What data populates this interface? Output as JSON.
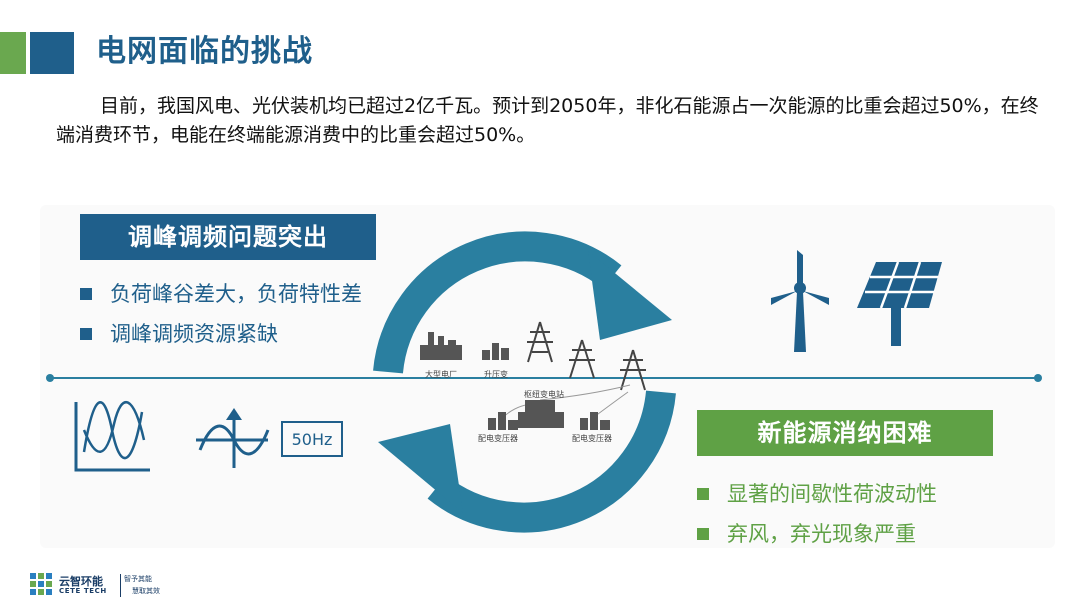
{
  "title": "电网面临的挑战",
  "intro": "目前，我国风电、光伏装机均已超过2亿千瓦。预计到2050年，非化石能源占一次能源的比重会超过50%，在终端消费环节，电能在终端能源消费中的比重会超过50%。",
  "peak_box": {
    "header": "调峰调频问题突出",
    "bullets": [
      "负荷峰谷差大，负荷特性差",
      "调峰调频资源紧缺"
    ]
  },
  "renewable_box": {
    "header": "新能源消纳困难",
    "bullets": [
      "显著的间歇性荷波动性",
      "弃风，弃光现象严重"
    ]
  },
  "diagram": {
    "frequency_label": "50Hz",
    "labels": {
      "power_plant": "大型电厂",
      "step_up": "升压变",
      "hub_substation": "枢纽变电站",
      "dist_transformer_left": "配电变压器",
      "dist_transformer_right": "配电变压器"
    }
  },
  "footer": {
    "logo_cn": "云智环能",
    "logo_en": "CETE TECH",
    "slogan_1": "智予其能",
    "slogan_2": "慧取其效"
  },
  "icons": [
    "waveform-icon",
    "sine-arrows-icon",
    "wind-turbine-icon",
    "solar-panel-icon",
    "transmission-tower-icon",
    "cycle-arrow-icon"
  ],
  "colors": {
    "brand_blue": "#1f5f8b",
    "brand_green": "#5fa145",
    "cycle_teal": "#2a7fa0"
  }
}
